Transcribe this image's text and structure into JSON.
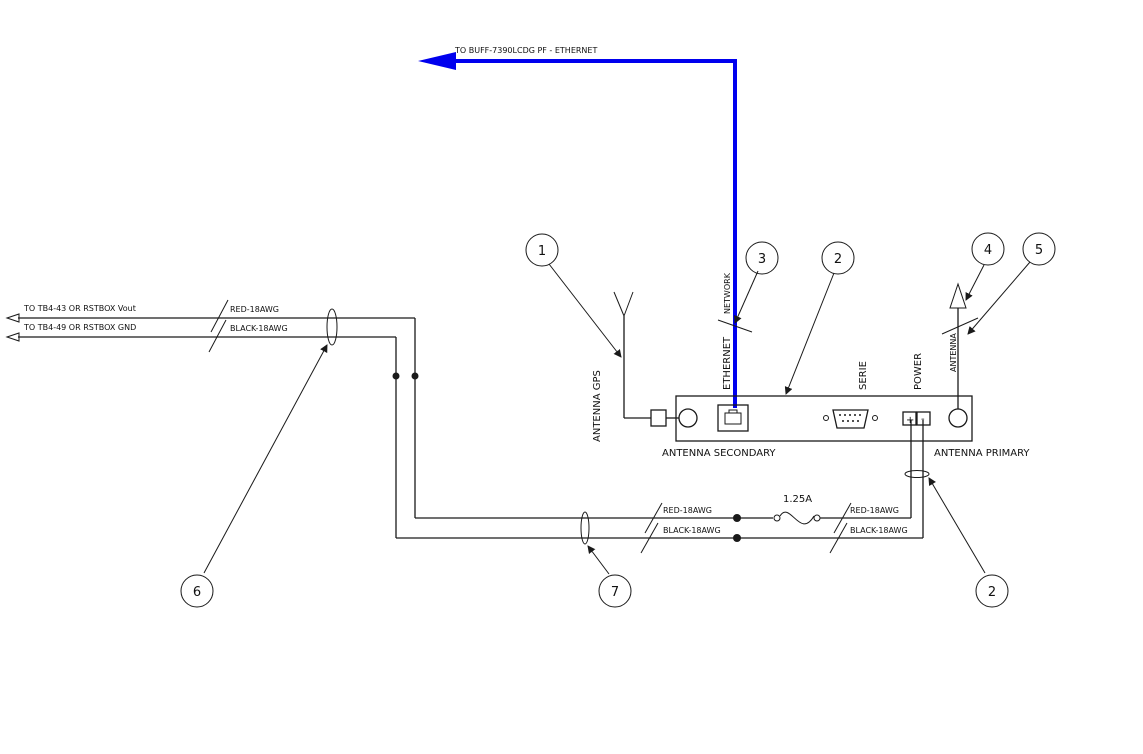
{
  "colors": {
    "ethernet_link": "#0000ee",
    "line": "#1a1a1a"
  },
  "ethernet_target": "TO BUFF-7390LCDG PF - ETHERNET",
  "left_labels": {
    "vout": "TO TB4-43 OR RSTBOX Vout",
    "gnd": "TO TB4-49 OR RSTBOX GND",
    "red": "RED-18AWG",
    "black": "BLACK-18AWG"
  },
  "device": {
    "antenna_gps": "ANTENNA GPS",
    "ethernet": "ETHERNET",
    "network": "NETWORK",
    "serie": "SERIE",
    "power": "POWER",
    "antenna": "ANTENNA",
    "plus": "+",
    "minus": "-",
    "antenna_secondary": "ANTENNA SECONDARY",
    "antenna_primary": "ANTENNA PRIMARY"
  },
  "bottom_labels": {
    "red_left": "RED-18AWG",
    "black_left": "BLACK-18AWG",
    "fuse": "1.25A",
    "red_right": "RED-18AWG",
    "black_right": "BLACK-18AWG"
  },
  "callouts": [
    "1",
    "3",
    "2",
    "4",
    "5",
    "6",
    "7",
    "2"
  ]
}
